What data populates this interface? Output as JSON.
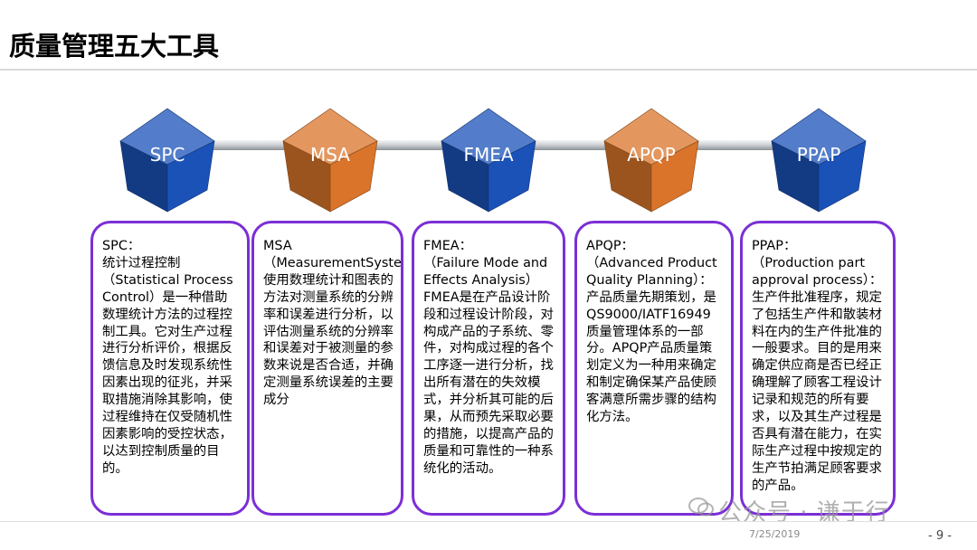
{
  "slide": {
    "title": "质量管理五大工具",
    "date": "7/25/2019",
    "page_number": "- 9 -",
    "watermark": "公众号 · 谦于行"
  },
  "tools": [
    {
      "label": "SPC",
      "color": "#1a52b8",
      "description": "SPC：\n统计过程控制\n（Statistical Process Control）是一种借助数理统计方法的过程控制工具。它对生产过程进行分析评价，根据反馈信息及时发现系统性因素出现的征兆，并采取措施消除其影响，使过程维持在仅受随机性因素影响的受控状态，以达到控制质量的目的。"
    },
    {
      "label": "MSA",
      "color": "#d9742a",
      "description": "MSA\n（MeasurementSystemAnalysis）使用数理统计和图表的方法对测量系统的分辨率和误差进行分析，以评估测量系统的分辨率和误差对于被测量的参数来说是否合适，并确定测量系统误差的主要成分"
    },
    {
      "label": "FMEA",
      "color": "#1a52b8",
      "description": "FMEA：\n（Failure Mode and Effects Analysis）FMEA是在产品设计阶段和过程设计阶段，对构成产品的子系统、零件，对构成过程的各个工序逐一进行分析，找出所有潜在的失效模式，并分析其可能的后果，从而预先采取必要的措施，以提高产品的质量和可靠性的一种系统化的活动。"
    },
    {
      "label": "APQP",
      "color": "#d9742a",
      "description": "APQP：\n（Advanced Product Quality Planning）：产品质量先期策划，是QS9000/IATF16949质量管理体系的一部分。APQP产品质量策划定义为一种用来确定和制定确保某产品使顾客满意所需步骤的结构化方法。"
    },
    {
      "label": "PPAP",
      "color": "#1a52b8",
      "description": "PPAP：\n（Production part approval process）：生产件批准程序，规定了包括生产件和散装材料在内的生产件批准的一般要求。目的是用来确定供应商是否已经正确理解了顾客工程设计记录和规范的所有要求，以及其生产过程是否具有潜在能力，在实际生产过程中按规定的生产节拍满足顾客要求的产品。"
    }
  ]
}
